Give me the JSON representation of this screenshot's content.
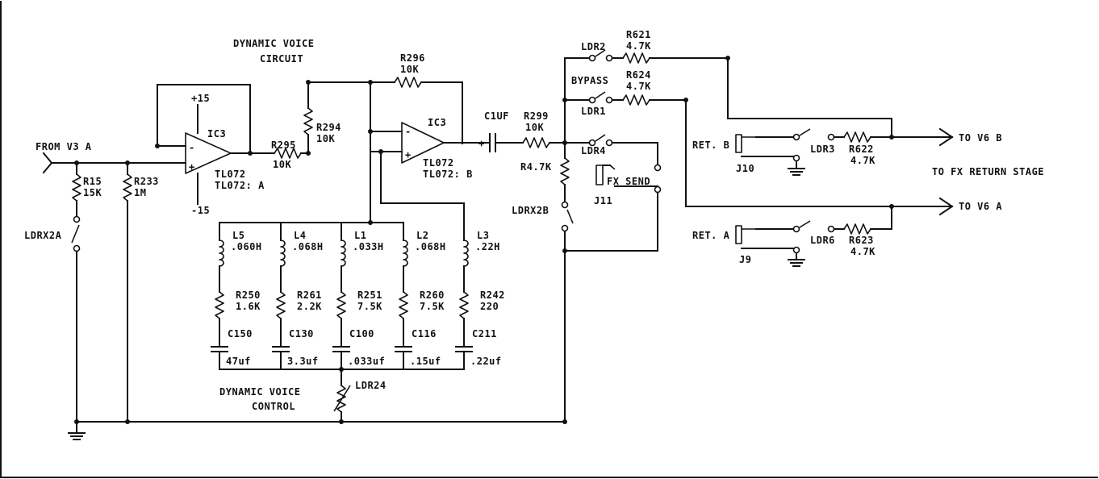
{
  "colors": {
    "ink": "#111111",
    "paper": "#ffffff"
  },
  "titles": {
    "dynamic_voice_line1": "DYNAMIC VOICE",
    "dynamic_voice_line2": "CIRCUIT",
    "control_line1": "DYNAMIC VOICE",
    "control_line2": "CONTROL",
    "from_v3": "FROM V3 A",
    "to_v6_b": "TO V6 B",
    "to_fx_return": "TO FX RETURN STAGE",
    "to_v6_a": "TO V6 A"
  },
  "input": {
    "r15_name": "R15",
    "r15_val": "15K",
    "r233_name": "R233",
    "r233_val": "1M",
    "ldrx2a": "LDRX2A"
  },
  "ic3a": {
    "name": "IC3",
    "vplus": "+15",
    "vminus": "-15",
    "minus": "-",
    "plus": "+",
    "part1": "TL072",
    "part2": "TL072: A"
  },
  "mid": {
    "r295_name": "R295",
    "r295_val": "10K",
    "r294_name": "R294",
    "r294_val": "10K",
    "r296_name": "R296",
    "r296_val": "10K"
  },
  "ic3b": {
    "name": "IC3",
    "minus": "-",
    "plus": "+",
    "part1": "TL072",
    "part2": "TL072: B"
  },
  "output": {
    "c1uf": "C1UF",
    "cap_plus": "+",
    "r299_name": "R299",
    "r299_val": "10K",
    "r47k": "R4.7K",
    "ldrx2b": "LDRX2B",
    "ldr4": "LDR4",
    "j11": "J11",
    "fx_send": "FX SEND",
    "ldr2": "LDR2",
    "r621_name": "R621",
    "r621_val": "4.7K",
    "bypass": "BYPASS",
    "r624_name": "R624",
    "r624_val": "4.7K",
    "ldr1": "LDR1"
  },
  "returns": {
    "ret_b": "RET. B",
    "j10": "J10",
    "ldr3": "LDR3",
    "r622_name": "R622",
    "r622_val": "4.7K",
    "ret_a": "RET. A",
    "j9": "J9",
    "ldr6": "LDR6",
    "r623_name": "R623",
    "r623_val": "4.7K"
  },
  "filters": [
    {
      "l_name": "L5",
      "l_val": ".060H",
      "r_name": "R250",
      "r_val": "1.6K",
      "c_name": "C150",
      "c_val": "47uf"
    },
    {
      "l_name": "L4",
      "l_val": ".068H",
      "r_name": "R261",
      "r_val": "2.2K",
      "c_name": "C130",
      "c_val": "3.3uf"
    },
    {
      "l_name": "L1",
      "l_val": ".033H",
      "r_name": "R251",
      "r_val": "7.5K",
      "c_name": "C100",
      "c_val": ".033uf"
    },
    {
      "l_name": "L2",
      "l_val": ".068H",
      "r_name": "R260",
      "r_val": "7.5K",
      "c_name": "C116",
      "c_val": ".15uf"
    },
    {
      "l_name": "L3",
      "l_val": ".22H",
      "r_name": "R242",
      "r_val": "220",
      "c_name": "C211",
      "c_val": ".22uf"
    }
  ],
  "ldr24": "LDR24"
}
